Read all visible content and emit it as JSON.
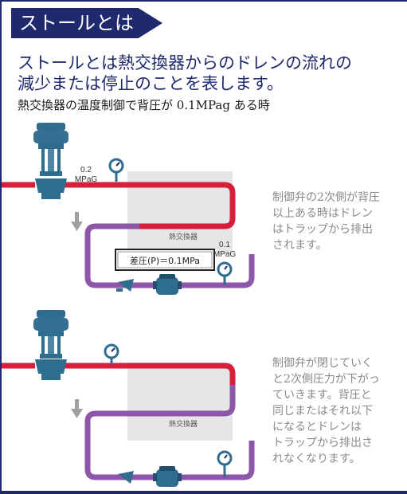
{
  "banner": {
    "title": "ストールとは"
  },
  "intro": {
    "line1": "ストールとは熱交換器からのドレンの流れの",
    "line2": "減少または停止のことを表します。",
    "condition": "熱交換器の温度制御で背圧が 0.1MPag ある時"
  },
  "diagram_top": {
    "inlet_pressure_value": "0.2",
    "inlet_pressure_unit": "MPaG",
    "heat_exchanger_label": "熱交換器",
    "outlet_pressure_value": "0.1",
    "outlet_pressure_unit": "MPaG",
    "diff_pressure_label": "差圧(P)＝0.1MPa",
    "note_lines": [
      "制御弁の2次側が背圧",
      "以上ある時はドレン",
      "はトラップから排出",
      "されます。"
    ]
  },
  "diagram_bottom": {
    "heat_exchanger_label": "熱交換器",
    "note_lines": [
      "制御弁が閉じていく",
      "と2次側圧力が下がっ",
      "ていきます。背圧と",
      "同じまたはそれ以下",
      "になるとドレンは",
      "トラップから排出さ",
      "れなくなります。"
    ]
  },
  "colors": {
    "navy": "#1f2a6e",
    "steam_red": "#d81e3a",
    "condensate_purple": "#8d56a8",
    "exchanger_grey": "#e6e6e6",
    "valve_blue": "#2f6d8f"
  }
}
